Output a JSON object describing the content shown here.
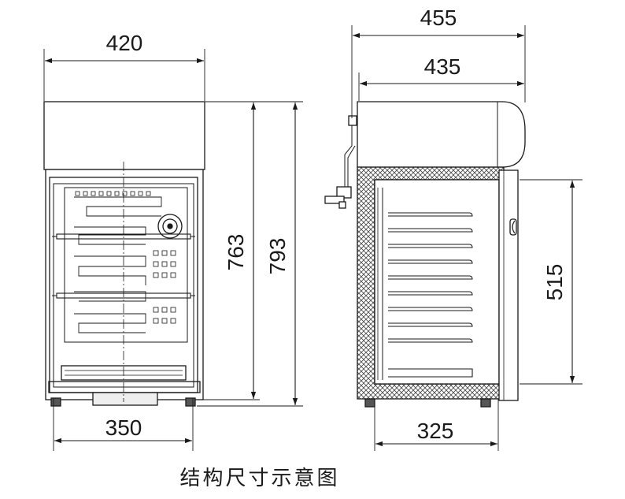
{
  "dimensions": {
    "front_width": "420",
    "front_inner_width": "350",
    "front_inner_height": "763",
    "total_height": "793",
    "side_depth_total": "455",
    "side_depth_body": "435",
    "side_door_height": "515",
    "side_inner_depth": "325"
  },
  "caption": "结构尺寸示意图"
}
